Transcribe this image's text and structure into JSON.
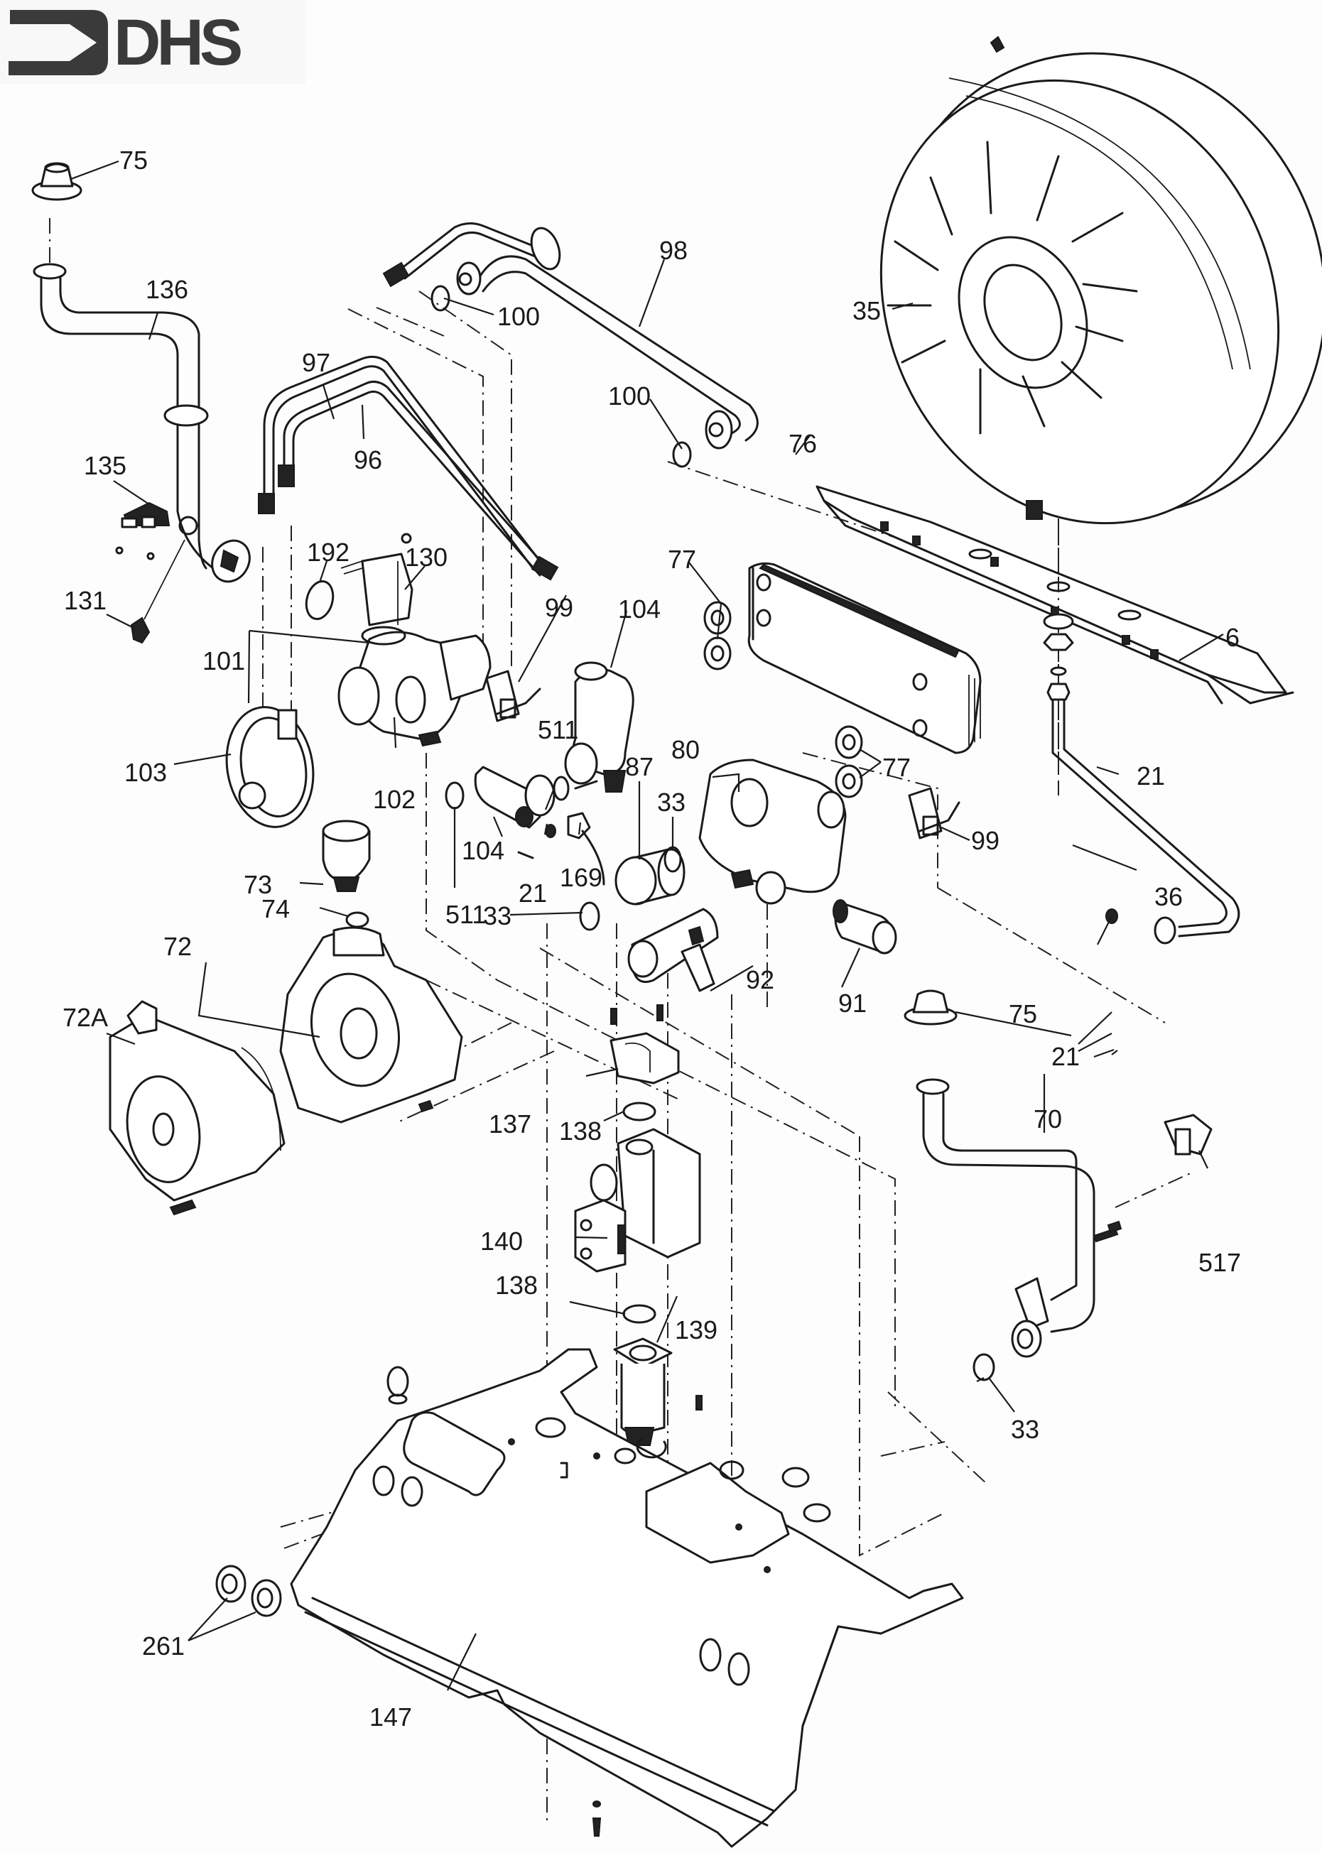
{
  "brand": {
    "logo_text": "DHS",
    "logo_icon": "arrow-right-icon",
    "ink_color": "#3a3a3a"
  },
  "diagram": {
    "type": "exploded-parts-diagram",
    "line_color": "#1a1a1a",
    "background_color": "#fdfdfd",
    "callouts": [
      {
        "id": "c75a",
        "label": "75",
        "part": "cap"
      },
      {
        "id": "c136",
        "label": "136",
        "part": "pipe"
      },
      {
        "id": "c135",
        "label": "135",
        "part": "sensor-clip"
      },
      {
        "id": "c131",
        "label": "131",
        "part": "sensor"
      },
      {
        "id": "c97",
        "label": "97",
        "part": "pipe"
      },
      {
        "id": "c96",
        "label": "96",
        "part": "pipe"
      },
      {
        "id": "c98",
        "label": "98",
        "part": "pipe"
      },
      {
        "id": "c100a",
        "label": "100",
        "part": "o-ring"
      },
      {
        "id": "c100b",
        "label": "100",
        "part": "o-ring"
      },
      {
        "id": "c35",
        "label": "35",
        "part": "expansion-vessel"
      },
      {
        "id": "c6",
        "label": "6",
        "part": "bracket"
      },
      {
        "id": "c192",
        "label": "192",
        "part": "o-ring"
      },
      {
        "id": "c130",
        "label": "130",
        "part": "microswitch"
      },
      {
        "id": "c101",
        "label": "101",
        "part": "diverter-valve"
      },
      {
        "id": "c103",
        "label": "103",
        "part": "diaphragm-housing"
      },
      {
        "id": "c102",
        "label": "102",
        "part": "valve-body"
      },
      {
        "id": "c99a",
        "label": "99",
        "part": "clip"
      },
      {
        "id": "c511a",
        "label": "511",
        "part": "o-ring"
      },
      {
        "id": "c511b",
        "label": "511",
        "part": "o-ring"
      },
      {
        "id": "c104a",
        "label": "104",
        "part": "connector"
      },
      {
        "id": "c104b",
        "label": "104",
        "part": "connector"
      },
      {
        "id": "c77a",
        "label": "77",
        "part": "seal"
      },
      {
        "id": "c77b",
        "label": "77",
        "part": "seal"
      },
      {
        "id": "c76",
        "label": "76",
        "part": "plate-heat-exchanger"
      },
      {
        "id": "c80",
        "label": "80",
        "part": "manifold"
      },
      {
        "id": "c33a",
        "label": "33",
        "part": "o-ring"
      },
      {
        "id": "c33b",
        "label": "33",
        "part": "o-ring"
      },
      {
        "id": "c33c",
        "label": "33",
        "part": "o-ring"
      },
      {
        "id": "c87",
        "label": "87",
        "part": "connector"
      },
      {
        "id": "c21a",
        "label": "21",
        "part": "washer"
      },
      {
        "id": "c21b",
        "label": "21",
        "part": "washer"
      },
      {
        "id": "c21c",
        "label": "21",
        "part": "washer"
      },
      {
        "id": "c169",
        "label": "169",
        "part": "nut"
      },
      {
        "id": "c99b",
        "label": "99",
        "part": "clip"
      },
      {
        "id": "c73",
        "label": "73",
        "part": "auto-air-vent"
      },
      {
        "id": "c74",
        "label": "74",
        "part": "o-ring"
      },
      {
        "id": "c72",
        "label": "72",
        "part": "pump"
      },
      {
        "id": "c72a",
        "label": "72A",
        "part": "pump-head"
      },
      {
        "id": "c92",
        "label": "92",
        "part": "valve"
      },
      {
        "id": "c91",
        "label": "91",
        "part": "valve"
      },
      {
        "id": "c36",
        "label": "36",
        "part": "pipe"
      },
      {
        "id": "c75b",
        "label": "75",
        "part": "cap"
      },
      {
        "id": "c137",
        "label": "137",
        "part": "cover"
      },
      {
        "id": "c138a",
        "label": "138",
        "part": "o-ring"
      },
      {
        "id": "c138b",
        "label": "138",
        "part": "o-ring"
      },
      {
        "id": "c140",
        "label": "140",
        "part": "gas-valve"
      },
      {
        "id": "c139",
        "label": "139",
        "part": "gas-cock"
      },
      {
        "id": "c70",
        "label": "70",
        "part": "pipe"
      },
      {
        "id": "c517",
        "label": "517",
        "part": "clip"
      },
      {
        "id": "c261",
        "label": "261",
        "part": "grommet"
      },
      {
        "id": "c147",
        "label": "147",
        "part": "base-plate"
      }
    ]
  }
}
